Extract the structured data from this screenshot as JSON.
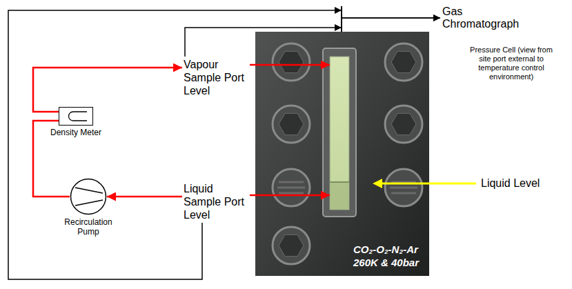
{
  "diagram": {
    "nodes": [
      {
        "text": [
          "Gas Chromatograph"
        ]
      },
      {
        "text": [
          "Vapour Sample Port Level"
        ]
      },
      {
        "text": [
          "Liquid Sample Port Level"
        ]
      },
      {
        "text": [
          "Density Meter"
        ]
      },
      {
        "text": [
          "Recirculation Pump"
        ]
      },
      {
        "text": [
          "CO₂-O₂-N₂-Ar",
          "260K & 40bar"
        ]
      }
    ],
    "edges": [
      {
        "from": 1,
        "to": 5,
        "arrow": "to"
      },
      {
        "from": 2,
        "to": 5,
        "arrow": "to"
      },
      {
        "from": 2,
        "to": 4,
        "arrow": "to"
      },
      {
        "from": 4,
        "to": 3,
        "arrow": "none"
      },
      {
        "from": 3,
        "to": 1,
        "arrow": "to"
      },
      {
        "from": 1,
        "to": 0,
        "arrow": "to"
      },
      {
        "from": 2,
        "to": 0,
        "arrow": "to"
      }
    ],
    "labels": [
      "Pressure Cell (view from site port external to temperature control environment)",
      "Liquid Level"
    ]
  }
}
